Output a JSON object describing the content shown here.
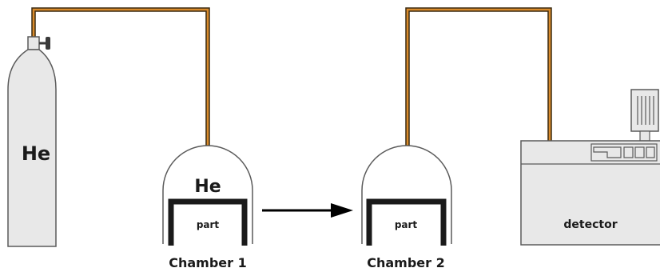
{
  "cylinder": {
    "label": "He"
  },
  "chamber1": {
    "gas_label": "He",
    "part_label": "part",
    "caption": "Chamber 1"
  },
  "chamber2": {
    "part_label": "part",
    "caption": "Chamber 2"
  },
  "detector": {
    "label": "detector"
  },
  "colors": {
    "tube_outer": "#3a2a10",
    "tube_inner": "#d98b2c",
    "outline": "#5a5a5a",
    "part_frame": "#1a1a1a",
    "equipment_fill": "#e8e8e8",
    "arrow": "#000000"
  }
}
